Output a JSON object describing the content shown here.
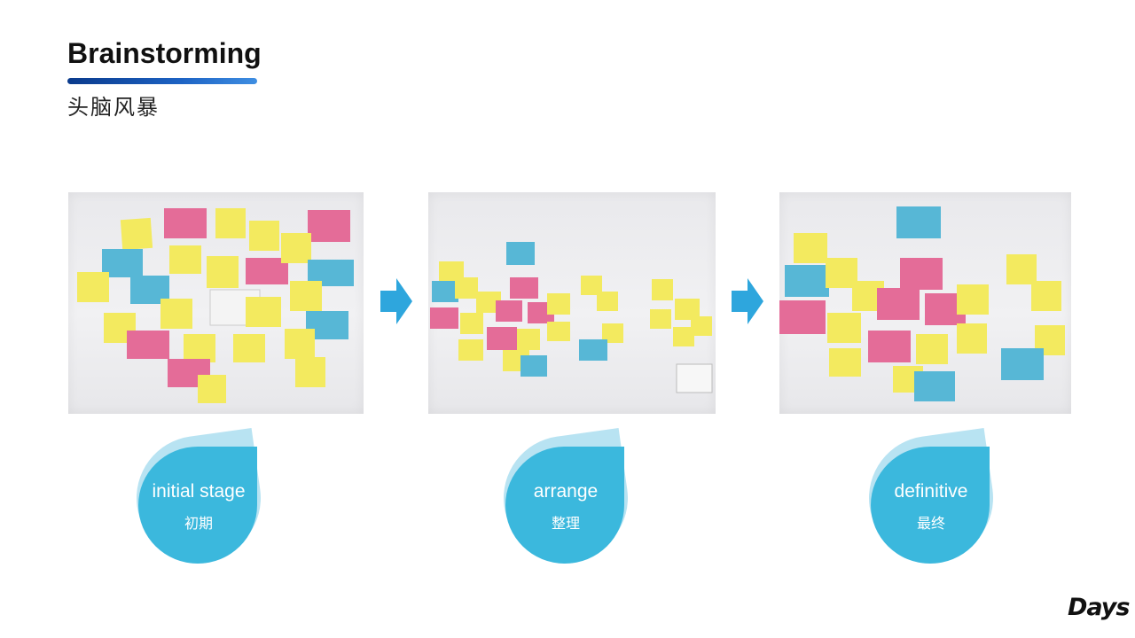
{
  "header": {
    "title": "Brainstorming",
    "subtitle": "头脑风暴"
  },
  "stages": [
    {
      "label": "initial stage",
      "label_zh": "初期"
    },
    {
      "label": "arrange",
      "label_zh": "整理"
    },
    {
      "label": "definitive",
      "label_zh": "最终"
    }
  ],
  "logo": "Days",
  "colors": {
    "title_bar": "#1d63c4",
    "badge": "#3bb8dd",
    "badge_light": "#b8e3f2",
    "arrow": "#2ea6dd",
    "note_yellow": "#f3ea5f",
    "note_pink": "#e46c98",
    "note_blue": "#57b7d6"
  }
}
